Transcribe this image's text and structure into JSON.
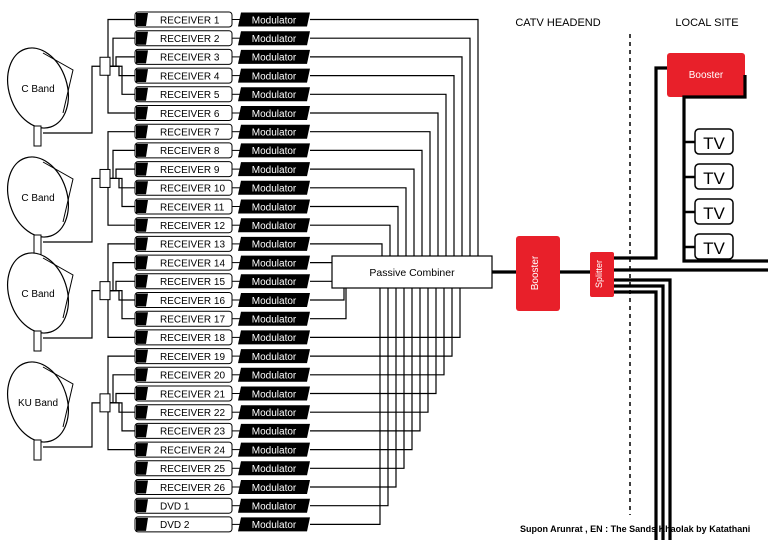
{
  "headers": {
    "headend": "CATV  HEADEND",
    "local": "LOCAL SITE"
  },
  "dishes": [
    {
      "label": "C Band"
    },
    {
      "label": "C Band"
    },
    {
      "label": "C Band"
    },
    {
      "label": "KU Band"
    }
  ],
  "receivers": [
    "RECEIVER 1",
    "RECEIVER 2",
    "RECEIVER 3",
    "RECEIVER 4",
    "RECEIVER 5",
    "RECEIVER 6",
    "RECEIVER 7",
    "RECEIVER 8",
    "RECEIVER 9",
    "RECEIVER 10",
    "RECEIVER 11",
    "RECEIVER 12",
    "RECEIVER 13",
    "RECEIVER 14",
    "RECEIVER 15",
    "RECEIVER 16",
    "RECEIVER 17",
    "RECEIVER 18",
    "RECEIVER 19",
    "RECEIVER 20",
    "RECEIVER 21",
    "RECEIVER 22",
    "RECEIVER 23",
    "RECEIVER 24",
    "RECEIVER 25",
    "RECEIVER 26",
    "DVD 1",
    "DVD 2"
  ],
  "modulator_label": "Modulator",
  "combiner_label": "Passive Combiner",
  "booster_label": "Booster",
  "splitter_label": "Splitter",
  "tv_label": "TV",
  "tv_count": 4,
  "credit": "Supon Arunrat , EN : The Sands Khaolak by Katathani",
  "colors": {
    "red": "#e8202a",
    "ink": "#000000"
  }
}
